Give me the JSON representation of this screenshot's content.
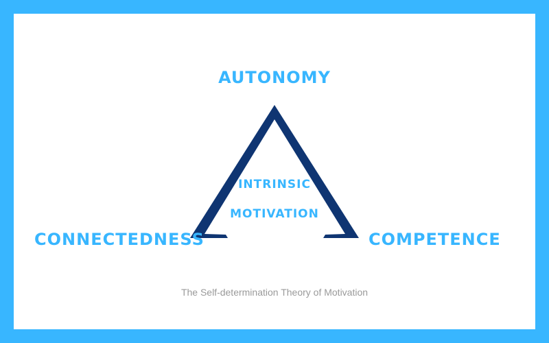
{
  "colors": {
    "frame": "#38b6ff",
    "label": "#38b6ff",
    "triangle": "#0f3572",
    "caption": "#9a9a9a"
  },
  "diagram": {
    "top_label": "AUTONOMY",
    "left_label": "CONNECTEDNESS",
    "right_label": "COMPETENCE",
    "center_line1": "INTRINSIC",
    "center_line2": "MOTIVATION"
  },
  "caption": "The Self-determination Theory of Motivation"
}
